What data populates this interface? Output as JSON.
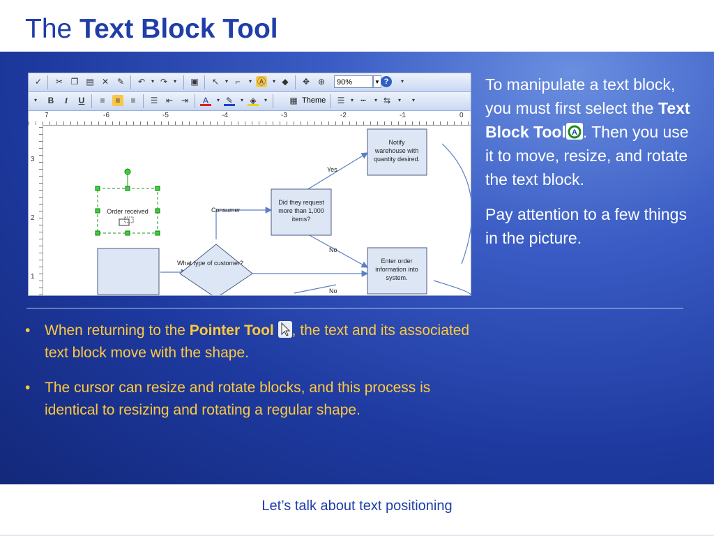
{
  "slide": {
    "title_prefix": "The ",
    "title_bold": "Text Block Tool",
    "footer": "Let’s talk about text positioning"
  },
  "screenshot": {
    "zoom_value": "90%",
    "theme_label": "Theme",
    "ruler_h_labels": [
      "7",
      "-6",
      "-5",
      "-4",
      "-3",
      "-2",
      "-1",
      "0"
    ],
    "ruler_v_labels": [
      "3",
      "2",
      "1"
    ],
    "flowchart": {
      "notify": [
        "Notify",
        "warehouse with",
        "quantity desired."
      ],
      "order_received": "Order received",
      "did_they": [
        "Did they request",
        "more than 1,000",
        "items?"
      ],
      "consumer": "Consumer",
      "yes": "Yes",
      "no1": "No",
      "no2": "No",
      "what_type": "What type of customer?",
      "enter_order": [
        "Enter order",
        "information into",
        "system."
      ]
    }
  },
  "right_text": {
    "p1_a": "To manipulate a text block, you must first select the ",
    "p1_bold": "Text Block Tool",
    "p1_b": ". Then you use it to move, resize, and rotate the text block.",
    "p2": "Pay attention to a few things in the picture."
  },
  "bullets": [
    {
      "dot": "•",
      "text_a": "When returning to the ",
      "bold": "Pointer Tool",
      "text_b": ", the text and its associated text block move with the shape."
    },
    {
      "dot": "•",
      "text": "The cursor can resize and rotate blocks, and this process is identical to resizing and rotating a regular shape."
    }
  ],
  "colors": {
    "title": "#1f3ea8",
    "bullet_text": "#ffc93d",
    "background_blue": "#2a48b0"
  }
}
